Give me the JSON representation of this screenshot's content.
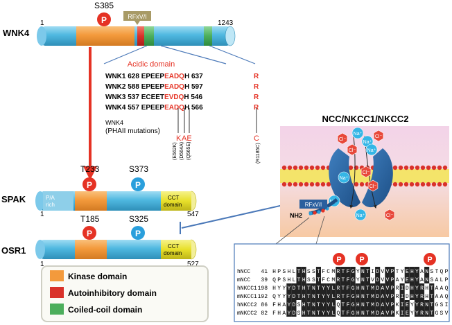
{
  "proteins": {
    "wnk4": {
      "name": "WNK4",
      "start": "1",
      "end": "1243",
      "site": "S385",
      "motif": "RFxV/I"
    },
    "spak": {
      "name": "SPAK",
      "start": "1",
      "end": "547",
      "site1": "T233",
      "site2": "S373",
      "pa_line1": "P/A",
      "pa_line2": "rich",
      "cct_line1": "CCT",
      "cct_line2": "domain"
    },
    "osr1": {
      "name": "OSR1",
      "start": "1",
      "end": "527",
      "site1": "T185",
      "site2": "S325",
      "cct_line1": "CCT",
      "cct_line2": "domain"
    }
  },
  "phospho_symbol": "P",
  "acidic": {
    "title": "Acidic domain",
    "rows": [
      {
        "name": "WNK1",
        "start": "628",
        "pre": "EPEEP",
        "red": "EADQ",
        "post": "H",
        "end": "637",
        "r": "R"
      },
      {
        "name": "WNK2",
        "start": "588",
        "pre": "EPEEP",
        "red": "EADQ",
        "post": "H",
        "end": "597",
        "r": "R"
      },
      {
        "name": "WNK3",
        "start": "537",
        "pre": "ECEET",
        "red": "EVDQ",
        "post": "H",
        "end": "546",
        "r": "R"
      },
      {
        "name": "WNK4",
        "start": "557",
        "pre": "EPEEP",
        "red": "EADQ",
        "post": "H",
        "end": "566",
        "r": "R"
      }
    ],
    "mut_title_line1": "WNK4",
    "mut_title_line2": "(PHAII mutations)",
    "mut_letters": {
      "k": "K",
      "ae": "AE",
      "c": "C"
    },
    "mut_labels": [
      "(E562K)",
      "(D564A)",
      "(Q565E)",
      "(R1185C)"
    ]
  },
  "transporter": {
    "title": "NCC/NKCC1/NKCC2",
    "motif": "RFxV/I",
    "nh2": "NH2",
    "ion_na": "Na⁺",
    "ion_cl": "Cl⁻"
  },
  "alignment": {
    "rows": [
      {
        "name": "hNCC",
        "num": "41",
        "seq": "HPSHLTHSSTFCMRTFGYNTIDVVPTYEHYANSTQP"
      },
      {
        "name": "mNCC",
        "num": "39",
        "seq": "QPSHLTHSSTFCMRTFGYNTVDVVPAYEHYANSALP"
      },
      {
        "name": "hNKCC1",
        "num": "198",
        "seq": "HYYYDTHTNTYYLRTFGHNTMDAVPRIDHYRHTAAQ"
      },
      {
        "name": "mNKCC1",
        "num": "192",
        "seq": "QYYYDTHTNTYYLRTFGHNTMDAVPRIDHYRHTAAQ"
      },
      {
        "name": "hNKCC2",
        "num": "86",
        "seq": "FHAYDSHTNTYYLQTFGHNTMDAVPKIEYYRNTGSI"
      },
      {
        "name": "mNKCC2",
        "num": "82",
        "seq": "FHAYDSHTNTYYLQTFGHNTMDAVPKIEYYRNTGSV"
      }
    ]
  },
  "legend": {
    "items": [
      {
        "label": "Kinase domain",
        "color": "#f39a3c"
      },
      {
        "label": "Autoinhibitory domain",
        "color": "#d9322a"
      },
      {
        "label": "Coiled-coil domain",
        "color": "#4cae5c"
      }
    ]
  },
  "colors": {
    "bar": "#4fb8e0",
    "kinase": "#f39a3c",
    "autoinhib": "#d9322a",
    "coiled": "#4cae5c",
    "cct": "#e8e02a",
    "phospho_red": "#e53224",
    "phospho_blue": "#2a9fdc",
    "arrow": "#e53224",
    "connector": "#4a78b8"
  }
}
